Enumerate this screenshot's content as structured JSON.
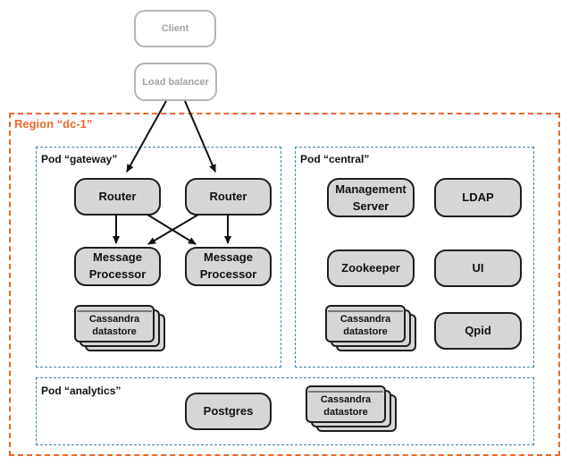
{
  "external": {
    "client": "Client",
    "load_balancer": "Load balancer"
  },
  "region": {
    "label": "Region “dc-1”"
  },
  "pods": {
    "gateway": {
      "label": "Pod “gateway”",
      "router_1": "Router",
      "router_2": "Router",
      "message_processor_1": "Message\nProcessor",
      "message_processor_2": "Message\nProcessor",
      "datastore": "Cassandra\ndatastore"
    },
    "central": {
      "label": "Pod “central”",
      "management_server": "Management\nServer",
      "ldap": "LDAP",
      "zookeeper": "Zookeeper",
      "ui": "UI",
      "qpid": "Qpid",
      "datastore": "Cassandra\ndatastore"
    },
    "analytics": {
      "label": "Pod “analytics”",
      "postgres": "Postgres",
      "datastore": "Cassandra\ndatastore"
    }
  },
  "colors": {
    "region_border": "#e8672c",
    "pod_border": "#3e83a8",
    "node_fill": "#d6d6d6",
    "external_border": "#b5b5b5",
    "external_text": "#a3a3a3"
  }
}
